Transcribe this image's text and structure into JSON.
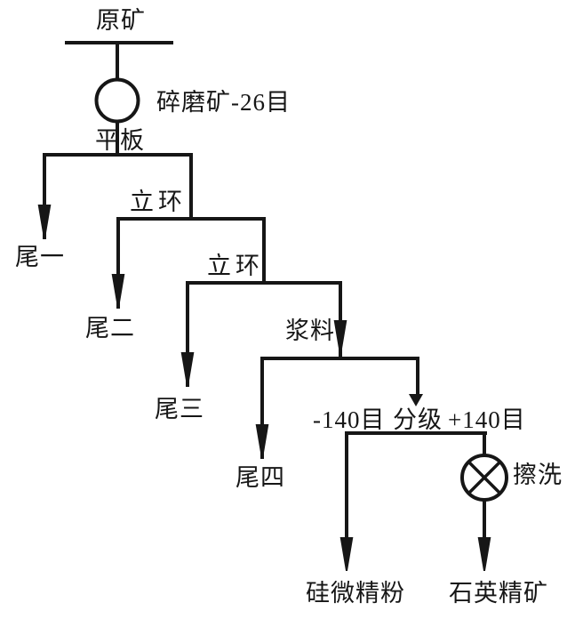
{
  "colors": {
    "line": "#161616",
    "text": "#161616",
    "background": "#ffffff"
  },
  "flowsheet": {
    "source": "原矿",
    "mill_label": "碎磨矿-26目",
    "stage1": "平板",
    "stage2": "立环",
    "stage3": "立环",
    "slurry": "浆料",
    "tails": [
      "尾一",
      "尾二",
      "尾三",
      "尾四"
    ],
    "classifier": {
      "minus": "-140目",
      "label": "分级",
      "plus": "+140目"
    },
    "scrubber": "擦洗",
    "products": {
      "fine_silica_powder": "硅微精粉",
      "quartz_concentrate": "石英精矿"
    }
  }
}
